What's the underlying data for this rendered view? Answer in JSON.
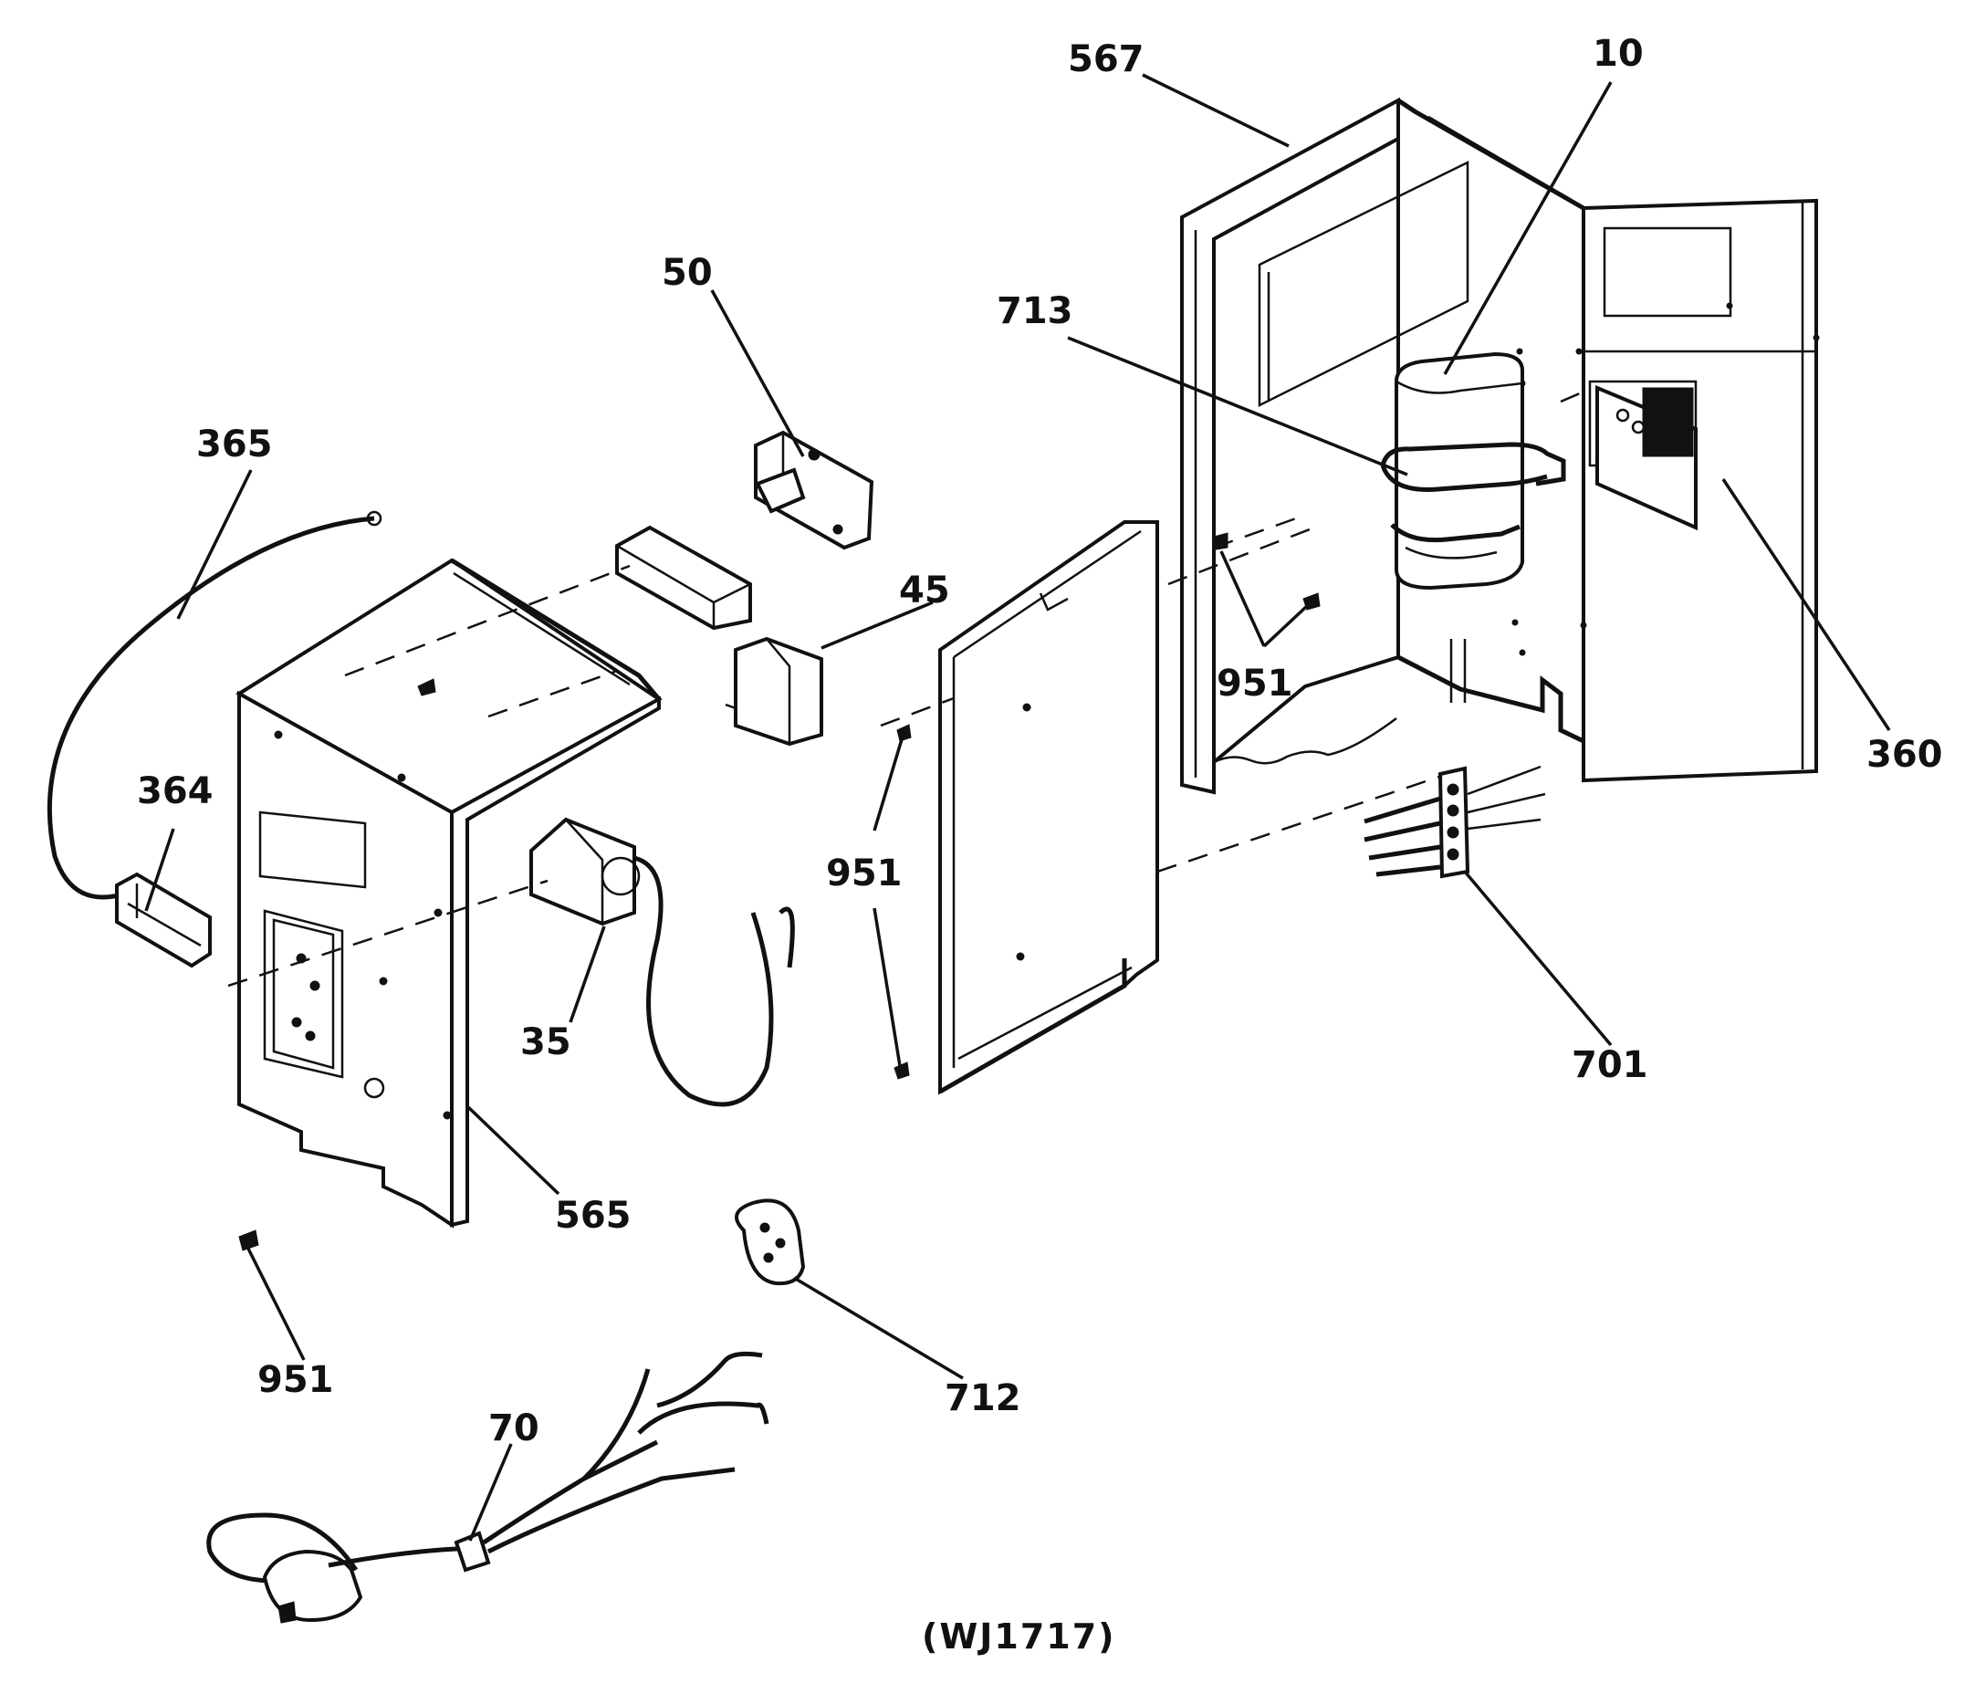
{
  "diagram": {
    "figure_code": "(WJ1717)",
    "callouts": {
      "c567": "567",
      "c10": "10",
      "c713": "713",
      "c50": "50",
      "c365": "365",
      "c45": "45",
      "c951_upper": "951",
      "c360": "360",
      "c364": "364",
      "c951_mid": "951",
      "c35": "35",
      "c701": "701",
      "c565": "565",
      "c951_lower": "951",
      "c712": "712",
      "c70": "70"
    }
  }
}
